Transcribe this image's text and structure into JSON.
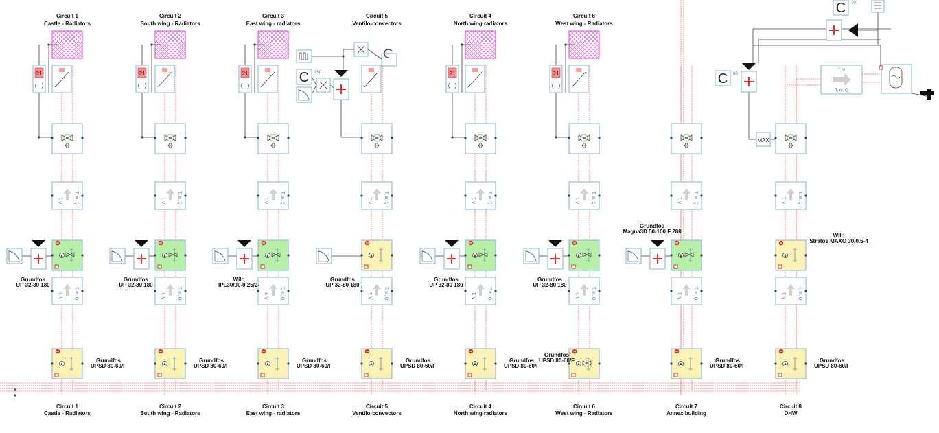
{
  "colors": {
    "module_border": "#7fb4d9",
    "pipe": "#ff6b6b",
    "wire": "#404040",
    "radiator": "#e040e0",
    "pump_green": "#b8f0a8",
    "pump_yellow": "#fbf3b6",
    "plus": "#e23030"
  },
  "circuits": [
    {
      "top_title": "Circuit 1",
      "top_subtitle": "Castle - Radiators",
      "bottom_title": "Circuit 1",
      "bottom_subtitle": "Castle - Radiators",
      "pump_a_line1": "Grundfos",
      "pump_a_line2": "UP 32-80 180",
      "pump_b_line1": "Grundfos",
      "pump_b_line2": "UPSD 80-60/F"
    },
    {
      "top_title": "Circuit 2",
      "top_subtitle": "South wing - Radiators",
      "bottom_title": "Circuit 2",
      "bottom_subtitle": "South wing - Radiators",
      "pump_a_line1": "Grundfos",
      "pump_a_line2": "UP 32-80 180",
      "pump_b_line1": "Grundfos",
      "pump_b_line2": "UPSD 80-60/F"
    },
    {
      "top_title": "Circuit 3",
      "top_subtitle": "East wing - radiators",
      "bottom_title": "Circuit 3",
      "bottom_subtitle": "East wing - radiators",
      "pump_a_line1": "Wilo",
      "pump_a_line2": "IPL30/90-0.25/2-",
      "pump_b_line1": "Grundfos",
      "pump_b_line2": "UPSD 80-60/F"
    },
    {
      "top_title": "Circuit 5",
      "top_subtitle": "Ventilo-convectors",
      "bottom_title": "Circuit 5",
      "bottom_subtitle": "Ventilo-convectors",
      "pump_a_line1": "Grundfos",
      "pump_a_line2": "UP 32-80 180",
      "pump_b_line1": "Grundfos",
      "pump_b_line2": "UPSD 80-60/F"
    },
    {
      "top_title": "Circuit 4",
      "top_subtitle": "North wing radiators",
      "bottom_title": "Circuit 4",
      "bottom_subtitle": "North wing radiators",
      "pump_a_line1": "Grundfos",
      "pump_a_line2": "UP 32-80 180",
      "pump_b_line1": "Grundfos",
      "pump_b_line2": "UPSD 80-60/F"
    },
    {
      "top_title": "Circuit 6",
      "top_subtitle": "West wing - Radiators",
      "bottom_title": "Circuit 6",
      "bottom_subtitle": "West wing - Radiators",
      "pump_a_line1": "Grundfos",
      "pump_a_line2": "UP 32-80 180",
      "pump_b_line1": "Grundfos",
      "pump_b_line2": "UPSD 80-60/F"
    },
    {
      "top_title": "",
      "top_subtitle": "",
      "bottom_title": "Circuit 7",
      "bottom_subtitle": "Annex building",
      "pump_a_line1": "Grundfos",
      "pump_a_line2": "Magna3D 50-100 F 280",
      "pump_b_line1": "Grundfos",
      "pump_b_line2": "UPSD 80-60/F"
    },
    {
      "top_title": "",
      "top_subtitle": "",
      "bottom_title": "Circuit 8",
      "bottom_subtitle": "DHW",
      "pump_a_line1": "Wilo",
      "pump_a_line2": "Stratos MAXO 30/0.5-4",
      "pump_b_line1": "Grundfos",
      "pump_b_line2": "UPSD 80-60/F"
    }
  ],
  "symbols": {
    "setpoint_value": "21",
    "constant_label": "C",
    "const_value_ventilo": "150",
    "const_value_dhw": "60",
    "const_value_top": "70",
    "max_label": "MAX",
    "hx_top_label": "T, V",
    "hx_bottom_label": "T, ṁ, Q",
    "pipe_label_left": "T, V",
    "pipe_label_right": "T, ṁ, Q",
    "icons": [
      "radiator-icon",
      "thermostat-icon",
      "valve-icon",
      "pump-icon",
      "controller-icon",
      "heat-exchanger-icon",
      "tap-icon",
      "tank-icon"
    ]
  }
}
